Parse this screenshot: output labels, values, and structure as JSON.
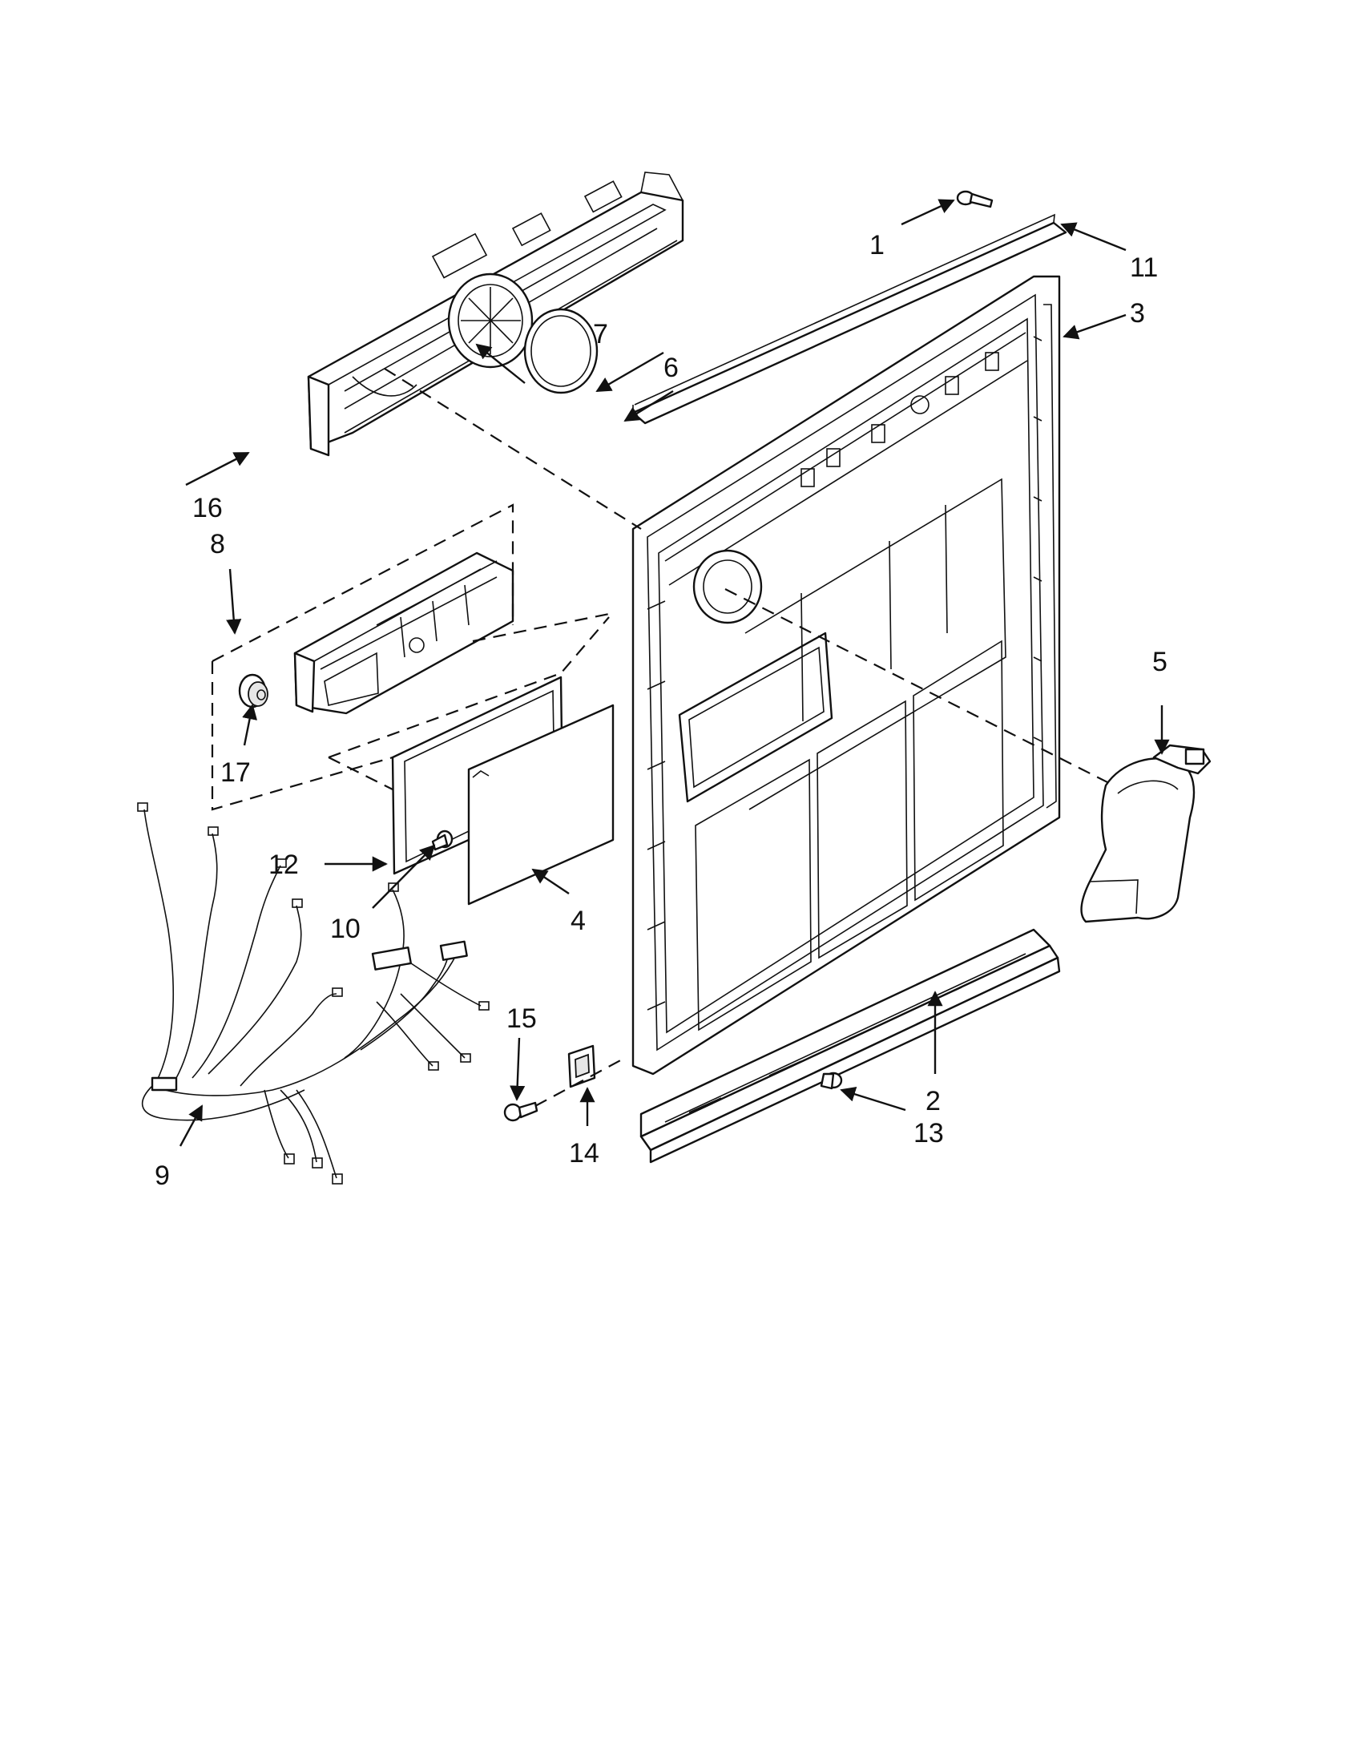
{
  "callouts": [
    {
      "id": "1",
      "label": "1"
    },
    {
      "id": "2",
      "label": "2"
    },
    {
      "id": "3",
      "label": "3"
    },
    {
      "id": "4",
      "label": "4"
    },
    {
      "id": "5",
      "label": "5"
    },
    {
      "id": "6",
      "label": "6"
    },
    {
      "id": "7",
      "label": "7"
    },
    {
      "id": "8",
      "label": "8"
    },
    {
      "id": "9",
      "label": "9"
    },
    {
      "id": "10",
      "label": "10"
    },
    {
      "id": "11",
      "label": "11"
    },
    {
      "id": "12",
      "label": "12"
    },
    {
      "id": "13",
      "label": "13"
    },
    {
      "id": "14",
      "label": "14"
    },
    {
      "id": "15",
      "label": "15"
    },
    {
      "id": "16",
      "label": "16"
    },
    {
      "id": "17",
      "label": "17"
    }
  ],
  "colors": {
    "line": "#111111",
    "background": "#ffffff",
    "shade": "#e6e6e6"
  }
}
